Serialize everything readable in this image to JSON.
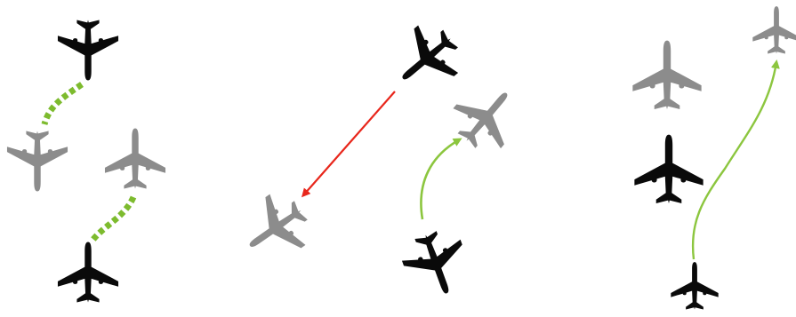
{
  "colors": {
    "black_plane": "#0a0a0a",
    "gray_plane": "#8c8c8c",
    "dotted_connector": "#7dbb2e",
    "red_arrow": "#e8261b",
    "green_arrow": "#8cc63f",
    "background": "#ffffff"
  },
  "panels": [
    {
      "id": "panel-1",
      "planes": [
        {
          "name": "plane-black-top",
          "color": "black",
          "heading_deg": 180
        },
        {
          "name": "plane-gray-left",
          "color": "gray",
          "heading_deg": 180
        },
        {
          "name": "plane-gray-right",
          "color": "gray",
          "heading_deg": 0
        },
        {
          "name": "plane-black-bottom",
          "color": "black",
          "heading_deg": 0
        }
      ],
      "connectors": [
        {
          "name": "dotted-connector-upper",
          "style": "dotted",
          "color": "green"
        },
        {
          "name": "dotted-connector-lower",
          "style": "dotted",
          "color": "green"
        }
      ]
    },
    {
      "id": "panel-2",
      "planes": [
        {
          "name": "plane-black-upper",
          "color": "black",
          "heading_deg": 230
        },
        {
          "name": "plane-gray-lower-left",
          "color": "gray",
          "heading_deg": 235
        },
        {
          "name": "plane-gray-upper-right",
          "color": "gray",
          "heading_deg": 40
        },
        {
          "name": "plane-black-lower",
          "color": "black",
          "heading_deg": 160
        }
      ],
      "connectors": [
        {
          "name": "red-arrow",
          "style": "solid-arrow",
          "color": "red"
        },
        {
          "name": "green-arrow-curved",
          "style": "curved-arrow",
          "color": "green"
        }
      ]
    },
    {
      "id": "panel-3",
      "planes": [
        {
          "name": "plane-gray-large",
          "color": "gray",
          "heading_deg": 0
        },
        {
          "name": "plane-black-large",
          "color": "black",
          "heading_deg": 0
        },
        {
          "name": "plane-gray-small",
          "color": "gray",
          "heading_deg": 0
        },
        {
          "name": "plane-black-small",
          "color": "black",
          "heading_deg": 0
        }
      ],
      "connectors": [
        {
          "name": "green-arrow-long",
          "style": "curved-arrow",
          "color": "green"
        }
      ]
    }
  ]
}
